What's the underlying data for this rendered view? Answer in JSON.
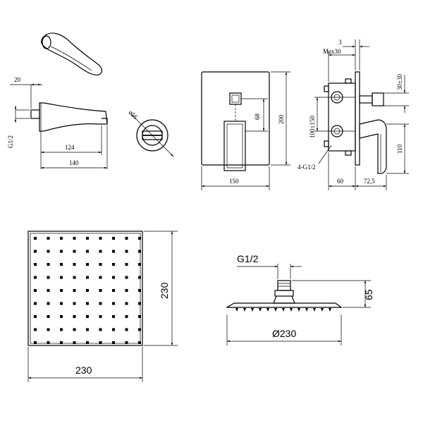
{
  "spout": {
    "dim_top": "20",
    "dim_thread": "G1/2",
    "dim_inner": "124",
    "dim_outer": "140"
  },
  "flange": {
    "dim_diameter": "ø56"
  },
  "plate": {
    "dim_width": "150",
    "dim_height": "200",
    "dim_spacing": "68"
  },
  "valve": {
    "dim_top": "3",
    "dim_max": "Max30",
    "dim_right": "30±30",
    "dim_centers": "100±150",
    "dim_thread": "4-G1/2",
    "dim_handle": "110",
    "dim_body": "60",
    "dim_handle_depth": "72,5"
  },
  "head_top": {
    "dim_width": "230",
    "dim_height": "230"
  },
  "head_side": {
    "dim_thread": "G1/2",
    "dim_height": "65",
    "dim_diameter": "Ø230"
  }
}
